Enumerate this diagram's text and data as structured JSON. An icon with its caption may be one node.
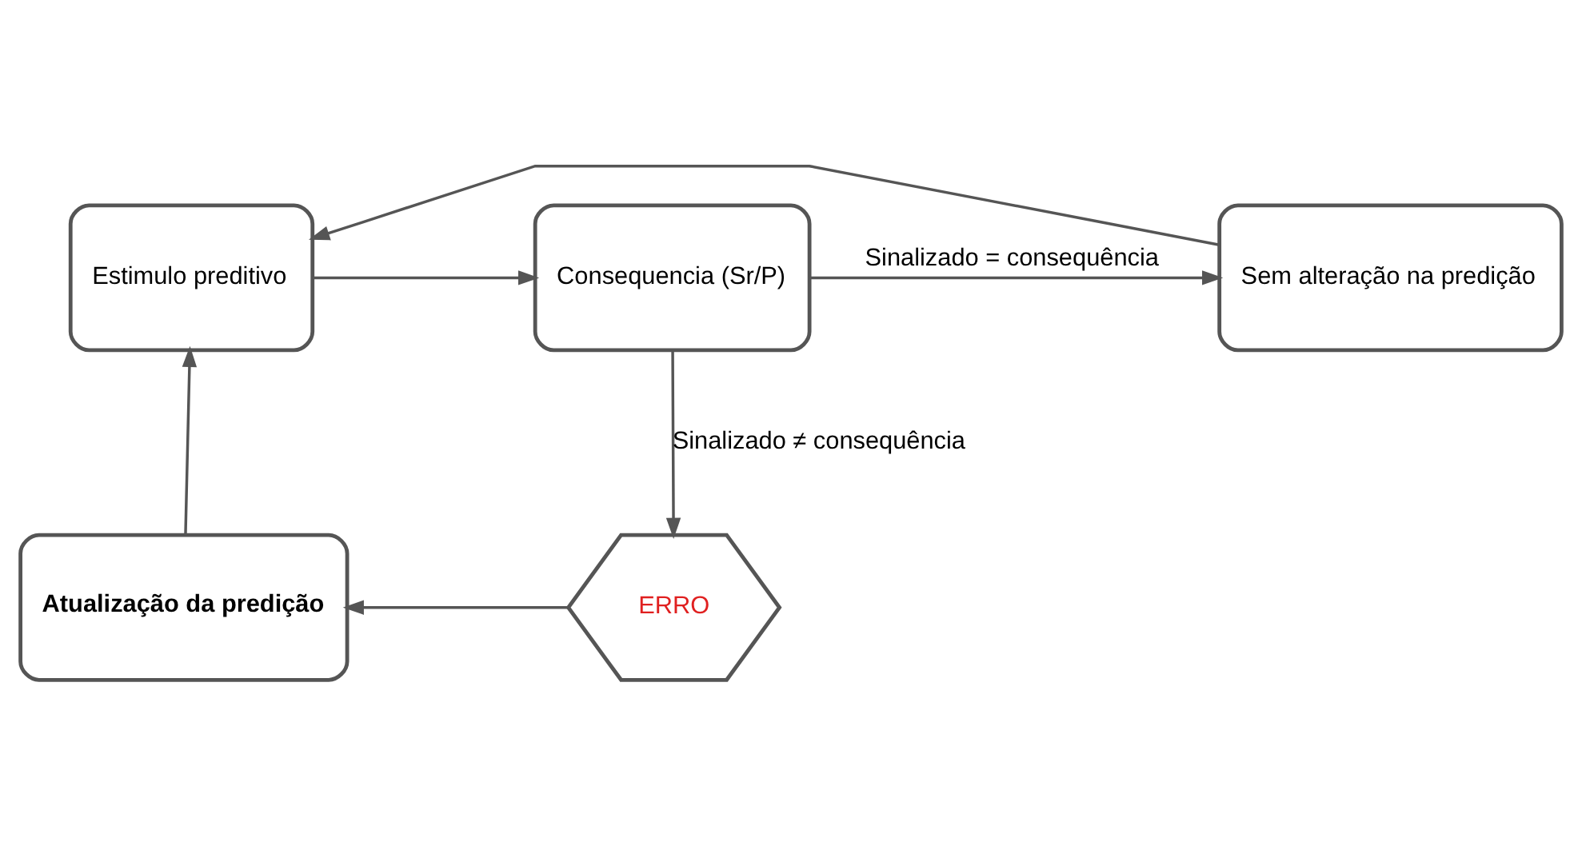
{
  "diagram": {
    "nodes": [
      {
        "text": [
          "Estimulo preditivo"
        ]
      },
      {
        "text": [
          "Consequencia (Sr/P)"
        ]
      },
      {
        "text": [
          "Sem alteração na predição"
        ]
      },
      {
        "text": [
          "ERRO"
        ]
      },
      {
        "text": [
          "Atualização da predição"
        ]
      }
    ],
    "edges": [
      {
        "from": 0,
        "to": 1,
        "arrow": "to"
      },
      {
        "from": 1,
        "to": 2,
        "arrow": "to",
        "label": "Sinalizado = consequência"
      },
      {
        "from": 2,
        "to": 0,
        "arrow": "to"
      },
      {
        "from": 1,
        "to": 3,
        "arrow": "to",
        "label": "Sinalizado ≠ consequência"
      },
      {
        "from": 3,
        "to": 4,
        "arrow": "to"
      },
      {
        "from": 4,
        "to": 0,
        "arrow": "to"
      }
    ]
  }
}
